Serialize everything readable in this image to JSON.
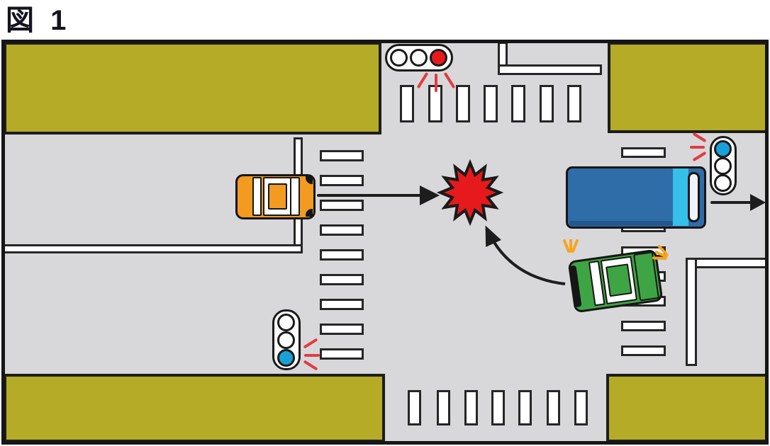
{
  "figure_label": "図 1",
  "colors": {
    "title_color": "#141420",
    "road_gray": "#d8d8da",
    "block_olive": "#b5ab27",
    "line_white": "#ffffff",
    "star_red": "#e6191d",
    "signal_red": "#e6191d",
    "signal_blue": "#1aa0d8",
    "signal_off_white": "#ffffff",
    "ray_red": "#e23b41",
    "car_orange": "#f29b20",
    "car_green": "#3ea544",
    "truck_blue": "#2f6da9",
    "truck_cyan": "#36bfe8",
    "windshield_white": "#edf5fa",
    "hazard_orange": "#f6a41f",
    "arrow_black": "#1d1d1d"
  },
  "diagram": {
    "signal_top": {
      "orientation": "horizontal",
      "lamps": [
        "off",
        "off",
        "red"
      ],
      "lit_lamp": "red",
      "rays": "down"
    },
    "signal_bottom_left": {
      "orientation": "vertical",
      "lamps": [
        "off",
        "off",
        "blue"
      ],
      "lit_lamp": "blue",
      "rays": "right"
    },
    "signal_right": {
      "orientation": "vertical",
      "lamps": [
        "blue",
        "off",
        "off"
      ],
      "lit_lamp": "blue",
      "rays": "left"
    },
    "orange_car": {
      "heading": "east",
      "movement_arrow": "straight-east-to-collision"
    },
    "blue_truck": {
      "heading": "east",
      "movement_arrow": "straight-east"
    },
    "green_car": {
      "heading": "west",
      "movement_arrow": "curved-northwest-to-collision",
      "hazard_flashers": true
    },
    "collision_star": {
      "shape": "12-point-star"
    },
    "crosswalks": {
      "top_stripes": 7,
      "bottom_stripes": 7,
      "left_stripes": 9,
      "right_stripes": 9
    }
  }
}
